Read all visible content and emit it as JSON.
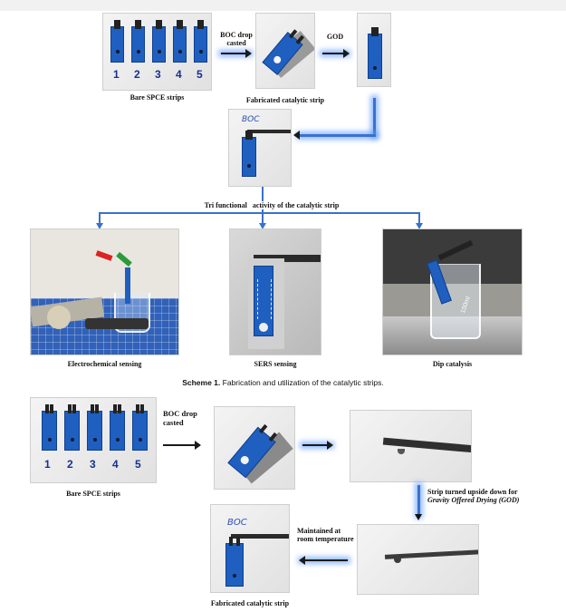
{
  "scheme1": {
    "bare_label": "Bare SPCE strips",
    "boc_label_l1": "BOC drop",
    "boc_label_l2": "casted",
    "god_label": "GOD",
    "fabricated_label": "Fabricated catalytic strip",
    "tri_label_a": "Tri functional",
    "tri_label_b": "activity of the catalytic strip",
    "electro_label": "Electrochemical sensing",
    "sers_label": "SERS sensing",
    "dip_label": "Dip catalysis",
    "strip_numbers": [
      "1",
      "2",
      "3",
      "4",
      "5"
    ],
    "pen_text": "BOC",
    "beaker_text": "100ml"
  },
  "caption": {
    "prefix": "Scheme 1.",
    "text": " Fabrication and utilization of the catalytic strips."
  },
  "scheme2": {
    "bare_label": "Bare SPCE strips",
    "boc_label_l1": "BOC drop",
    "boc_label_l2": "casted",
    "strip_turned_l1": "Strip turned upside down for",
    "strip_turned_l2": "Gravity Offered Drying (GOD)",
    "maintained_l1": "Maintained at",
    "maintained_l2": "room temperature",
    "fabricated_label": "Fabricated catalytic strip",
    "strip_numbers": [
      "1",
      "2",
      "3",
      "4",
      "5"
    ],
    "pen_text": "BOC"
  },
  "colors": {
    "strip_blue": "#1f5fbf",
    "arrow_blue": "#3a72c9"
  }
}
